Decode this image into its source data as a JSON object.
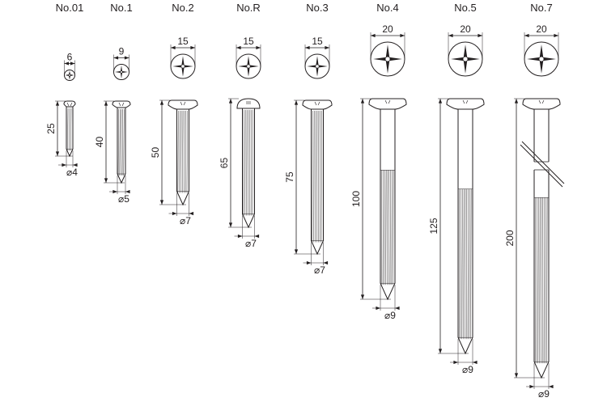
{
  "nails": [
    {
      "model": "No.01",
      "head_diameter": "6",
      "length": "25",
      "shank_diameter": "⌀4",
      "knurl": "full"
    },
    {
      "model": "No.1",
      "head_diameter": "9",
      "length": "40",
      "shank_diameter": "⌀5",
      "knurl": "full"
    },
    {
      "model": "No.2",
      "head_diameter": "15",
      "length": "50",
      "shank_diameter": "⌀7",
      "knurl": "full"
    },
    {
      "model": "No.R",
      "head_diameter": "15",
      "length": "65",
      "shank_diameter": "⌀7",
      "knurl": "full"
    },
    {
      "model": "No.3",
      "head_diameter": "15",
      "length": "75",
      "shank_diameter": "⌀7",
      "knurl": "full"
    },
    {
      "model": "No.4",
      "head_diameter": "20",
      "length": "100",
      "shank_diameter": "⌀9",
      "knurl": "lower"
    },
    {
      "model": "No.5",
      "head_diameter": "20",
      "length": "125",
      "shank_diameter": "⌀9",
      "knurl": "lower"
    },
    {
      "model": "No.7",
      "head_diameter": "20",
      "length": "200",
      "shank_diameter": "⌀9",
      "knurl": "lower",
      "break_mark": true
    }
  ],
  "colors": {
    "line": "#231f20",
    "background": "#ffffff"
  }
}
